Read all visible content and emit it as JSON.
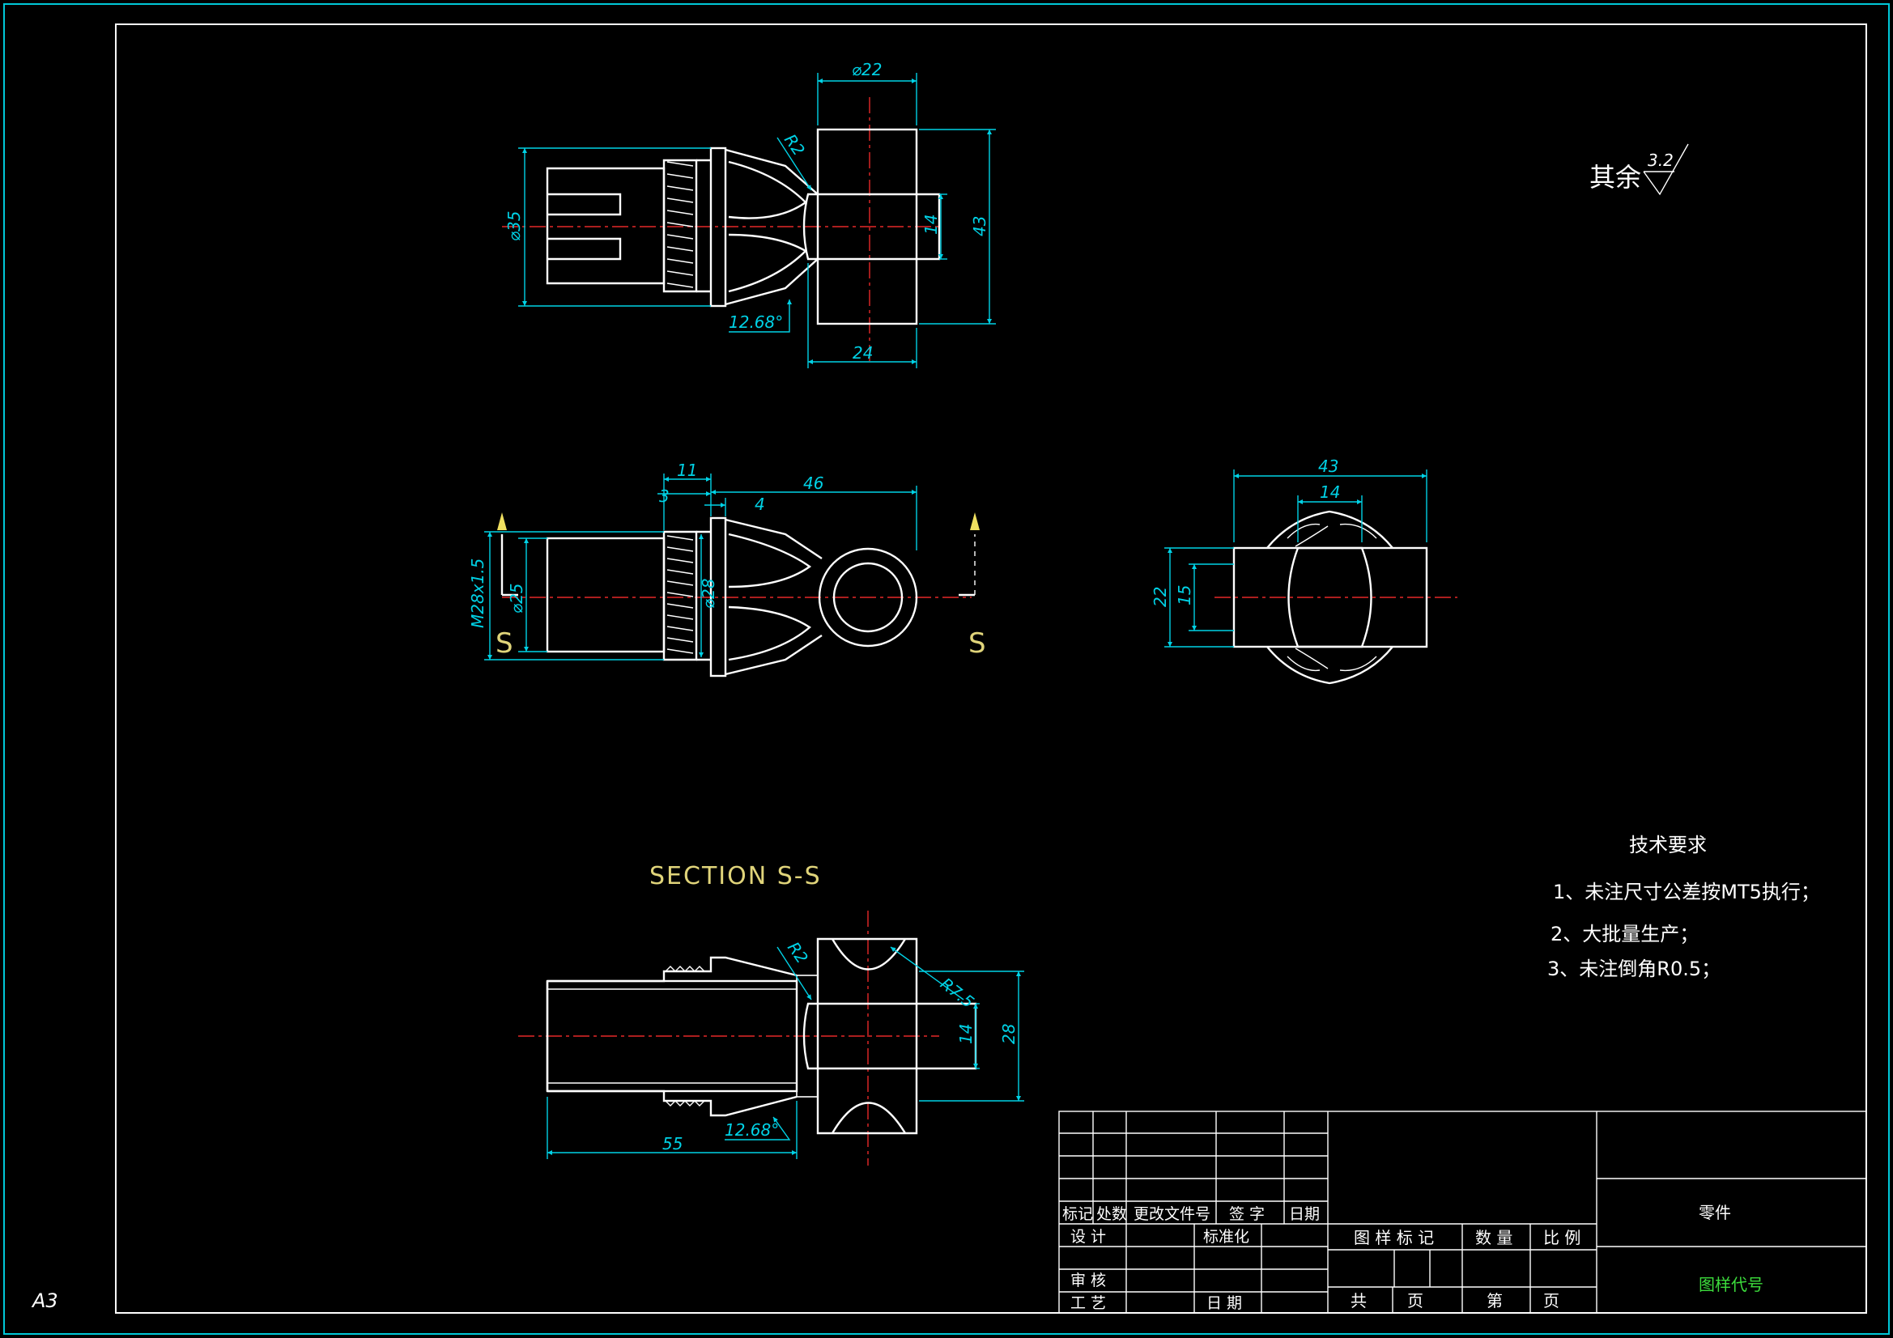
{
  "sheet": {
    "size_label": "A3",
    "section_label": "SECTION S-S",
    "roughness": {
      "prefix": "其余",
      "value": "3.2"
    },
    "cut_letter_left": "S",
    "cut_letter_right": "S"
  },
  "dimensions": {
    "top_view": {
      "d22": "⌀22",
      "r2": "R2",
      "d35": "⌀35",
      "h14": "14",
      "h43": "43",
      "angle": "12.68°",
      "w24": "24"
    },
    "front_view": {
      "w11": "11",
      "w3": "3",
      "w4": "4",
      "w46": "46",
      "thread": "M28x1.5",
      "d25": "⌀25",
      "d28": "⌀28"
    },
    "side_view": {
      "w43": "43",
      "w14": "14",
      "h22": "22",
      "h15": "15"
    },
    "section_view": {
      "r2": "R2",
      "r75": "R7.5",
      "h14": "14",
      "h28": "28",
      "angle": "12.68°",
      "w55": "55"
    }
  },
  "tech_requirements": {
    "title": "技术要求",
    "items": [
      "1、未注尺寸公差按MT5执行；",
      "2、大批量生产；",
      "3、未注倒角R0.5；"
    ]
  },
  "title_block": {
    "rev_headers": [
      "标记",
      "处数",
      "更改文件号",
      "签 字",
      "日期"
    ],
    "design": "设 计",
    "standardize": "标准化",
    "review": "审 核",
    "process": "工 艺",
    "date": "日 期",
    "pattern_mark": "图 样 标 记",
    "quantity": "数 量",
    "scale": "比 例",
    "total": "共",
    "page": "页",
    "sheet_no": "第",
    "page2": "页",
    "part_name": "零件",
    "drawing_code": "图样代号"
  },
  "colors": {
    "background": "#000000",
    "geometry": "#ffffff",
    "dimension": "#00d2e6",
    "centerline": "#e62828",
    "section_label": "#e0d47a",
    "drawing_code": "#3cdc3c"
  }
}
